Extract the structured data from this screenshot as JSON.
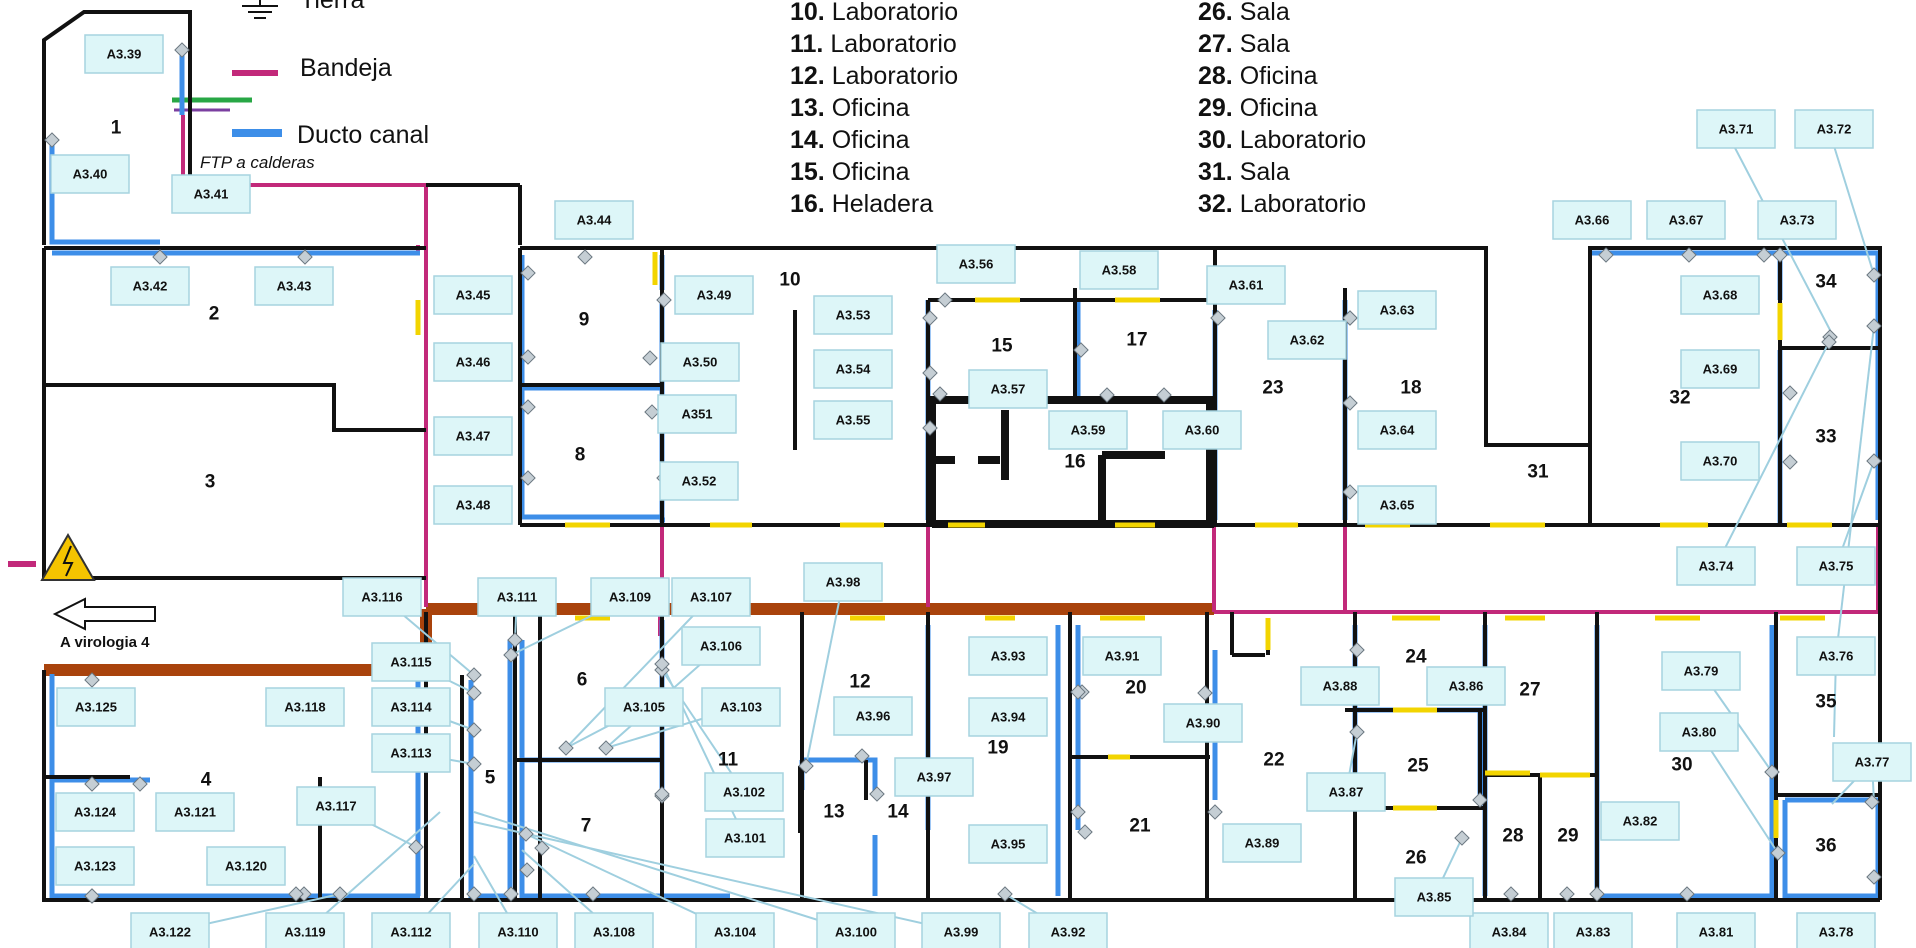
{
  "legend": {
    "tierra": "Tierra",
    "bandeja": "Bandeja",
    "ducto_canal": "Ducto canal",
    "ftp_note": "FTP a calderas",
    "colors": {
      "bandeja": "#c2297a",
      "ducto": "#3d8ee8",
      "tierra_green": "#28a745",
      "tierra_purple": "#7b3fa0"
    }
  },
  "room_list": {
    "col1": [
      {
        "num": "10.",
        "name": "Laboratorio"
      },
      {
        "num": "11.",
        "name": "Laboratorio"
      },
      {
        "num": "12.",
        "name": "Laboratorio"
      },
      {
        "num": "13.",
        "name": "Oficina"
      },
      {
        "num": "14.",
        "name": "Oficina"
      },
      {
        "num": "15.",
        "name": "Oficina"
      },
      {
        "num": "16.",
        "name": "Heladera"
      }
    ],
    "col2": [
      {
        "num": "26.",
        "name": "Sala"
      },
      {
        "num": "27.",
        "name": "Sala"
      },
      {
        "num": "28.",
        "name": "Oficina"
      },
      {
        "num": "29.",
        "name": "Oficina"
      },
      {
        "num": "30.",
        "name": "Laboratorio"
      },
      {
        "num": "31.",
        "name": "Sala"
      },
      {
        "num": "32.",
        "name": "Laboratorio"
      }
    ]
  },
  "exit_arrow": {
    "label": "A virologia",
    "number": "4"
  },
  "room_numbers": [
    "1",
    "2",
    "3",
    "4",
    "5",
    "6",
    "7",
    "8",
    "9",
    "10",
    "11",
    "12",
    "13",
    "14",
    "15",
    "16",
    "17",
    "18",
    "19",
    "20",
    "21",
    "22",
    "23",
    "24",
    "25",
    "26",
    "27",
    "28",
    "29",
    "30",
    "31",
    "32",
    "33",
    "34",
    "35",
    "36"
  ],
  "outlet_labels": [
    "A3.39",
    "A3.40",
    "A3.41",
    "A3.42",
    "A3.43",
    "A3.44",
    "A3.45",
    "A3.46",
    "A3.47",
    "A3.48",
    "A3.49",
    "A3.50",
    "A351",
    "A3.52",
    "A3.53",
    "A3.54",
    "A3.55",
    "A3.56",
    "A3.57",
    "A3.58",
    "A3.59",
    "A3.60",
    "A3.61",
    "A3.62",
    "A3.63",
    "A3.64",
    "A3.65",
    "A3.66",
    "A3.67",
    "A3.68",
    "A3.69",
    "A3.70",
    "A3.71",
    "A3.72",
    "A3.73",
    "A3.74",
    "A3.75",
    "A3.76",
    "A3.77",
    "A3.78",
    "A3.79",
    "A3.80",
    "A3.81",
    "A3.82",
    "A3.83",
    "A3.84",
    "A3.85",
    "A3.86",
    "A3.87",
    "A3.88",
    "A3.89",
    "A3.90",
    "A3.91",
    "A3.92",
    "A3.93",
    "A3.94",
    "A3.95",
    "A3.96",
    "A3.97",
    "A3.98",
    "A3.99",
    "A3.100",
    "A3.101",
    "A3.102",
    "A3.103",
    "A3.104",
    "A3.105",
    "A3.106",
    "A3.107",
    "A3.108",
    "A3.109",
    "A3.110",
    "A3.111",
    "A3.112",
    "A3.113",
    "A3.114",
    "A3.115",
    "A3.116",
    "A3.117",
    "A3.118",
    "A3.119",
    "A3.120",
    "A3.121",
    "A3.122",
    "A3.123",
    "A3.124",
    "A3.125"
  ]
}
